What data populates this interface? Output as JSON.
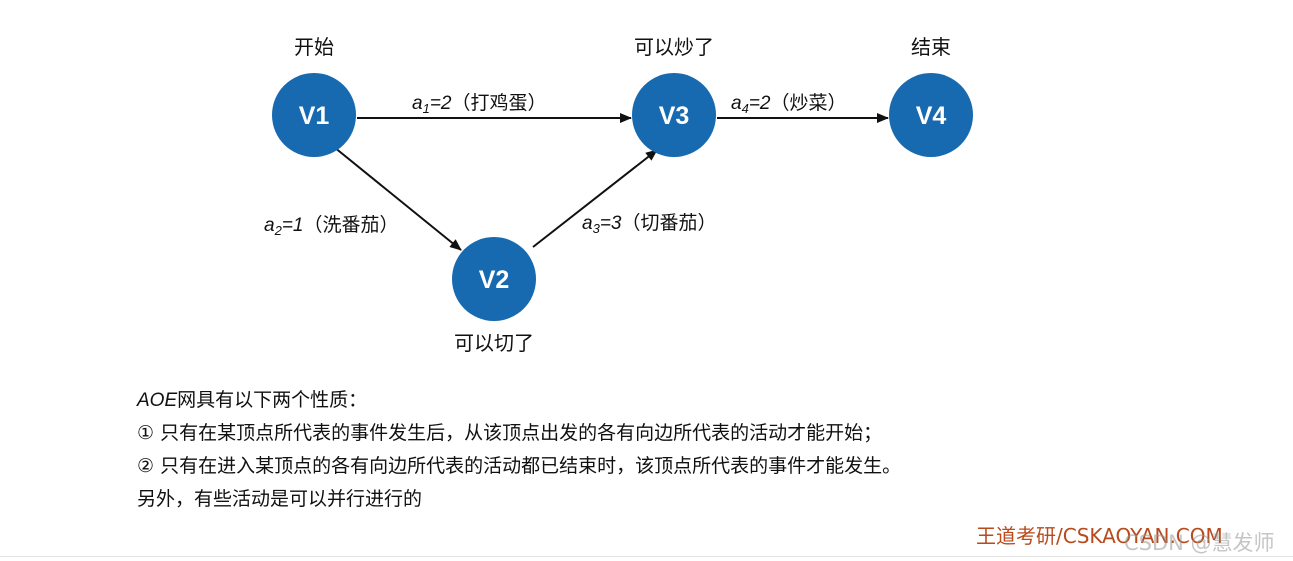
{
  "nodes": {
    "v1": {
      "label": "V1",
      "caption": "开始"
    },
    "v2": {
      "label": "V2",
      "caption": "可以切了"
    },
    "v3": {
      "label": "V3",
      "caption": "可以炒了"
    },
    "v4": {
      "label": "V4",
      "caption": "结束"
    }
  },
  "edges": {
    "a1": {
      "var": "a",
      "sub": "1",
      "value": "=2",
      "desc": "（打鸡蛋）"
    },
    "a2": {
      "var": "a",
      "sub": "2",
      "value": "=1",
      "desc": "（洗番茄）"
    },
    "a3": {
      "var": "a",
      "sub": "3",
      "value": "=3",
      "desc": "（切番茄）"
    },
    "a4": {
      "var": "a",
      "sub": "4",
      "value": "=2",
      "desc": "（炒菜）"
    }
  },
  "notes": {
    "intro_prefix": "AOE",
    "intro_rest": "网具有以下两个性质：",
    "property_1": "① 只有在某顶点所代表的事件发生后，从该顶点出发的各有向边所代表的活动才能开始；",
    "property_2": "② 只有在进入某顶点的各有向边所代表的活动都已结束时，该顶点所代表的事件才能发生。",
    "extra": "另外，有些活动是可以并行进行的"
  },
  "brand": "王道考研/CSKAOYAN.COM",
  "watermark": "CSDN @慧发师",
  "colors": {
    "node_fill": "#1769b0",
    "brand": "#b84a1c"
  }
}
